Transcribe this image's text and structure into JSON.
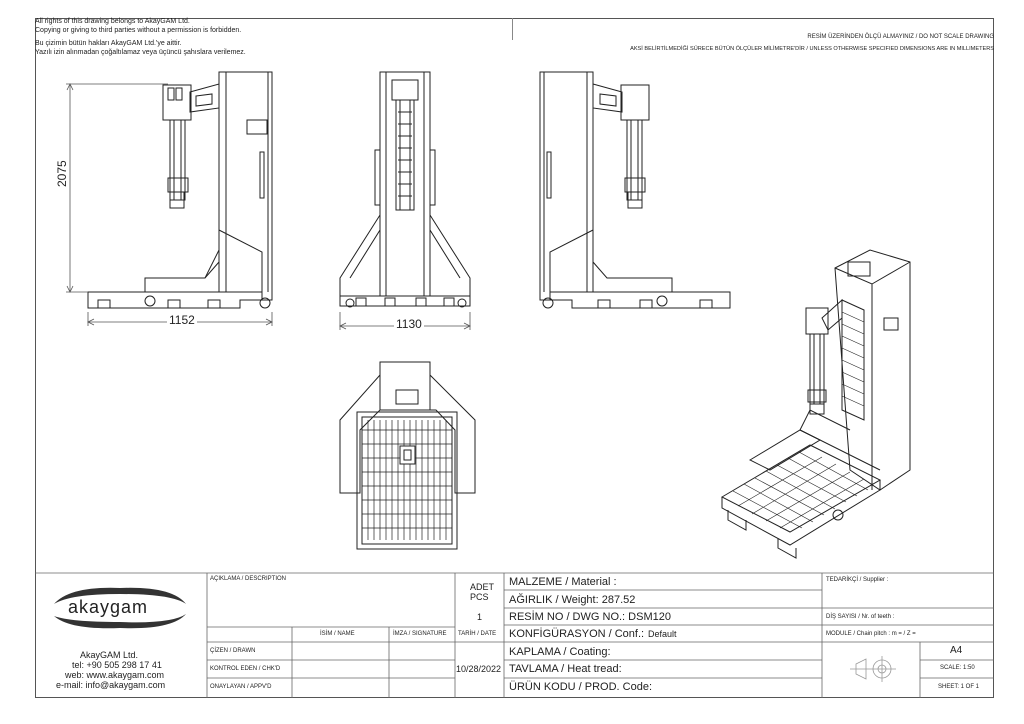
{
  "notice": {
    "en1": "All rights of this drawing belongs to AkayGAM Ltd.",
    "en2": "Copying or giving to third parties without a permission is forbidden.",
    "tr1": "Bu çizimin bütün hakları AkayGAM Ltd.'ye aittir.",
    "tr2": "Yazılı izin alınmadan çoğaltılamaz veya üçüncü şahıslara verilemez."
  },
  "scale_notice": "RESİM ÜZERİNDEN ÖLÇÜ ALMAYINIZ / DO NOT SCALE DRAWING",
  "units_notice": "AKSİ BELİRTİLMEDİĞİ SÜRECE BÜTÜN ÖLÇÜLER MİLİMETRE'DİR / UNLESS OTHERWISE SPECIFIED DIMENSIONS ARE IN MILLIMETERS",
  "dimensions": {
    "height": "2075",
    "width_side": "1152",
    "width_front": "1130"
  },
  "logo": {
    "text": "akaygam"
  },
  "company": {
    "name": "AkayGAM Ltd.",
    "tel": "tel: +90 505 298 17 41",
    "web": "web: www.akaygam.com",
    "email": "e-mail: info@akaygam.com"
  },
  "title_block": {
    "description_label": "AÇIKLAMA / DESCRIPTION",
    "qty_label1": "ADET",
    "qty_label2": "PCS",
    "qty_value": "1",
    "name_label": "İSİM / NAME",
    "signature_label": "İMZA / SIGNATURE",
    "date_label": "TARİH / DATE",
    "drawn_label": "ÇİZEN / DRAWN",
    "checked_label": "KONTROL EDEN / CHK'D",
    "approved_label": "ONAYLAYAN / APPV'D",
    "date_value": "10/28/2022",
    "material_label": "MALZEME / Material :",
    "weight_label": "AĞIRLIK / Weight: 287.52",
    "dwg_label": "RESİM NO / DWG NO.: DSM120",
    "conf_label": "KONFİGÜRASYON / Conf.:",
    "conf_value": "Default",
    "coating_label": "KAPLAMA / Coating:",
    "tread_label": "TAVLAMA / Heat tread:",
    "prod_label": "ÜRÜN KODU / PROD. Code:",
    "supplier_label": "TEDARİKÇİ / Supplier :",
    "teeth_label": "DİŞ SAYISI / Nr. of teeth :",
    "module_label": "MODULE / Chain pitch :  m =  / Z =",
    "sheet_size": "A4",
    "scale": "SCALE: 1:50",
    "sheet": "SHEET: 1 OF 1"
  }
}
